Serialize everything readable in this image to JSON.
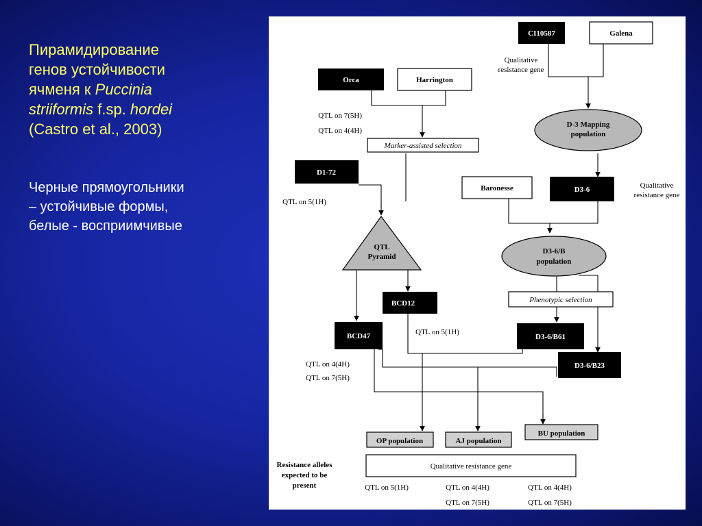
{
  "slide": {
    "title_lines": [
      "Пирамидирование",
      "генов устойчивости",
      "ячменя к "
    ],
    "species_italic": "Puccinia",
    "species_italic_2": "striiformis",
    "species_rest": " f.sp. ",
    "species_italic_3": "hordei",
    "citation": "(Castro et al., 2003)",
    "note_lines": [
      "Черные прямоугольники",
      "– устойчивые формы,",
      "белые - восприимчивые"
    ]
  },
  "diagram": {
    "ci10587": "CI10587",
    "galena": "Galena",
    "qual_gene_1a": "Qualitative",
    "qual_gene_1b": "resistance gene",
    "orca": "Orca",
    "harrington": "Harrington",
    "qtl_7_5h_a": "QTL on 7(5H)",
    "qtl_4_4h_a": "QTL on 4(4H)",
    "mas": "Marker-assisted selection",
    "d3_map_a": "D-3 Mapping",
    "d3_map_b": "population",
    "d1_72": "D1-72",
    "qtl_5_1h_a": "QTL on 5(1H)",
    "baronesse": "Baronesse",
    "d3_6": "D3-6",
    "qual_gene_2a": "Qualitative",
    "qual_gene_2b": "resistance gene",
    "pyramid_a": "QTL",
    "pyramid_b": "Pyramid",
    "d36b_a": "D3-6/B",
    "d36b_b": "population",
    "phenotypic": "Phenotypic selection",
    "bcd12": "BCD12",
    "bcd47": "BCD47",
    "qtl_5_1h_b": "QTL on 5(1H)",
    "d36b61": "D3-6/B61",
    "d36b23": "D3-6/B23",
    "qtl_4_4h_b": "QTL on 4(4H)",
    "qtl_7_5h_b": "QTL on 7(5H)",
    "op_pop": "OP population",
    "aj_pop": "AJ population",
    "bu_pop": "BU population",
    "res_alleles_a": "Resistance alleles",
    "res_alleles_b": "expected to be",
    "res_alleles_c": "present",
    "qual_gene_3": "Qualitative resistance gene",
    "bottom_qtl_5_1h": "QTL on 5(1H)",
    "bottom_qtl_4_4h_1": "QTL on 4(4H)",
    "bottom_qtl_4_4h_2": "QTL on 4(4H)",
    "bottom_qtl_7_5h_1": "QTL on 7(5H)",
    "bottom_qtl_7_5h_2": "QTL on 7(5H)"
  }
}
